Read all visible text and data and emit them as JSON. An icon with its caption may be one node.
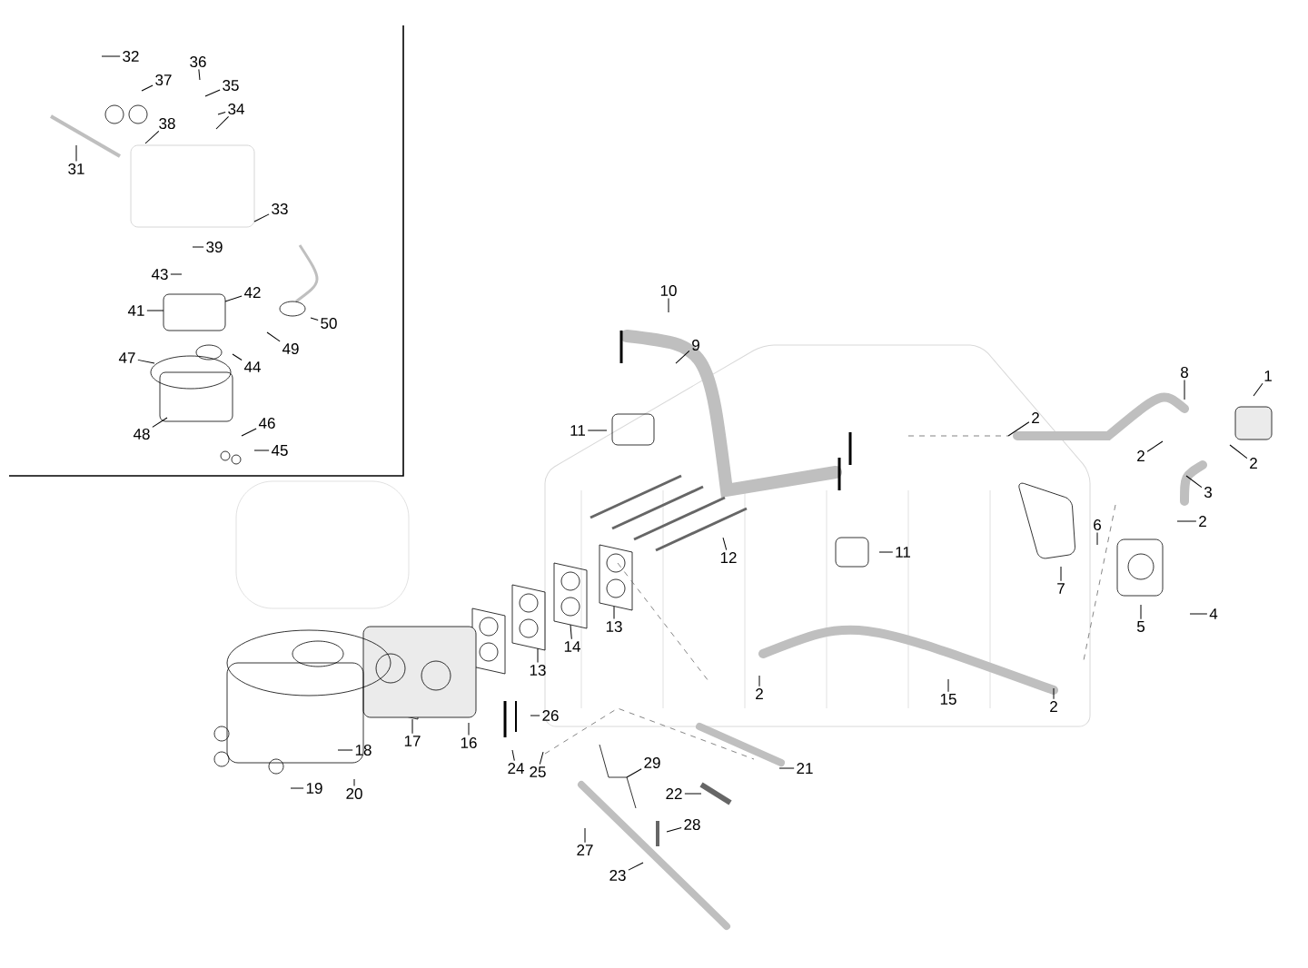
{
  "diagram": {
    "nodes": [
      {
        "text": [
          "32"
        ]
      },
      {
        "text": [
          "37"
        ]
      },
      {
        "text": [
          "38"
        ]
      },
      {
        "text": [
          "31"
        ]
      },
      {
        "text": [
          "36"
        ]
      },
      {
        "text": [
          "35"
        ]
      },
      {
        "text": [
          "34"
        ]
      },
      {
        "text": [
          "33"
        ]
      },
      {
        "text": [
          "39"
        ]
      },
      {
        "text": [
          "43"
        ]
      },
      {
        "text": [
          "42"
        ]
      },
      {
        "text": [
          "41"
        ]
      },
      {
        "text": [
          "50"
        ]
      },
      {
        "text": [
          "49"
        ]
      },
      {
        "text": [
          "47"
        ]
      },
      {
        "text": [
          "44"
        ]
      },
      {
        "text": [
          "48"
        ]
      },
      {
        "text": [
          "46"
        ]
      },
      {
        "text": [
          "45"
        ]
      },
      {
        "text": [
          "10"
        ]
      },
      {
        "text": [
          "9"
        ]
      },
      {
        "text": [
          "11"
        ]
      },
      {
        "text": [
          "8"
        ]
      },
      {
        "text": [
          "1"
        ]
      },
      {
        "text": [
          "2"
        ]
      },
      {
        "text": [
          "2"
        ]
      },
      {
        "text": [
          "2"
        ]
      },
      {
        "text": [
          "3"
        ]
      },
      {
        "text": [
          "2"
        ]
      },
      {
        "text": [
          "6"
        ]
      },
      {
        "text": [
          "11"
        ]
      },
      {
        "text": [
          "12"
        ]
      },
      {
        "text": [
          "7"
        ]
      },
      {
        "text": [
          "4"
        ]
      },
      {
        "text": [
          "5"
        ]
      },
      {
        "text": [
          "13"
        ]
      },
      {
        "text": [
          "14"
        ]
      },
      {
        "text": [
          "13"
        ]
      },
      {
        "text": [
          "2"
        ]
      },
      {
        "text": [
          "15"
        ]
      },
      {
        "text": [
          "2"
        ]
      },
      {
        "text": [
          "26"
        ]
      },
      {
        "text": [
          "17"
        ]
      },
      {
        "text": [
          "16"
        ]
      },
      {
        "text": [
          "18"
        ]
      },
      {
        "text": [
          "29"
        ]
      },
      {
        "text": [
          "21"
        ]
      },
      {
        "text": [
          "24"
        ]
      },
      {
        "text": [
          "25"
        ]
      },
      {
        "text": [
          "19"
        ]
      },
      {
        "text": [
          "20"
        ]
      },
      {
        "text": [
          "22"
        ]
      },
      {
        "text": [
          "28"
        ]
      },
      {
        "text": [
          "27"
        ]
      },
      {
        "text": [
          "23"
        ]
      }
    ],
    "edges": [
      {
        "from": 0,
        "to": null,
        "arrow": "none"
      },
      {
        "from": 1,
        "to": null,
        "arrow": "none"
      },
      {
        "from": 2,
        "to": null,
        "arrow": "none"
      },
      {
        "from": 3,
        "to": null,
        "arrow": "none"
      },
      {
        "from": 4,
        "to": null,
        "arrow": "none"
      },
      {
        "from": 5,
        "to": null,
        "arrow": "none"
      },
      {
        "from": 6,
        "to": null,
        "arrow": "none"
      },
      {
        "from": 6,
        "to": null,
        "arrow": "none"
      },
      {
        "from": 7,
        "to": null,
        "arrow": "none"
      },
      {
        "from": 8,
        "to": null,
        "arrow": "none"
      },
      {
        "from": 9,
        "to": null,
        "arrow": "none"
      },
      {
        "from": 10,
        "to": null,
        "arrow": "none"
      },
      {
        "from": 11,
        "to": null,
        "arrow": "none"
      },
      {
        "from": 12,
        "to": null,
        "arrow": "none"
      },
      {
        "from": 13,
        "to": null,
        "arrow": "none"
      },
      {
        "from": 14,
        "to": null,
        "arrow": "none"
      },
      {
        "from": 15,
        "to": null,
        "arrow": "none"
      },
      {
        "from": 16,
        "to": null,
        "arrow": "none"
      },
      {
        "from": 17,
        "to": null,
        "arrow": "none"
      },
      {
        "from": 18,
        "to": null,
        "arrow": "none"
      },
      {
        "from": 19,
        "to": null,
        "arrow": "none"
      },
      {
        "from": 20,
        "to": null,
        "arrow": "none"
      },
      {
        "from": 21,
        "to": null,
        "arrow": "none"
      },
      {
        "from": 22,
        "to": null,
        "arrow": "none"
      },
      {
        "from": 23,
        "to": null,
        "arrow": "none"
      },
      {
        "from": 24,
        "to": null,
        "arrow": "none"
      },
      {
        "from": 25,
        "to": null,
        "arrow": "none"
      },
      {
        "from": 26,
        "to": null,
        "arrow": "none"
      },
      {
        "from": 27,
        "to": null,
        "arrow": "none"
      },
      {
        "from": 28,
        "to": null,
        "arrow": "none"
      },
      {
        "from": 29,
        "to": null,
        "arrow": "none"
      },
      {
        "from": 30,
        "to": null,
        "arrow": "none"
      },
      {
        "from": 31,
        "to": null,
        "arrow": "none"
      },
      {
        "from": 32,
        "to": null,
        "arrow": "none"
      },
      {
        "from": 33,
        "to": null,
        "arrow": "none"
      },
      {
        "from": 34,
        "to": null,
        "arrow": "none"
      },
      {
        "from": 35,
        "to": null,
        "arrow": "none"
      },
      {
        "from": 36,
        "to": null,
        "arrow": "none"
      },
      {
        "from": 37,
        "to": null,
        "arrow": "none"
      },
      {
        "from": 38,
        "to": null,
        "arrow": "none"
      },
      {
        "from": 39,
        "to": null,
        "arrow": "none"
      },
      {
        "from": 40,
        "to": null,
        "arrow": "none"
      },
      {
        "from": 41,
        "to": null,
        "arrow": "none"
      },
      {
        "from": 42,
        "to": null,
        "arrow": "none"
      },
      {
        "from": 43,
        "to": null,
        "arrow": "none"
      },
      {
        "from": 44,
        "to": null,
        "arrow": "none"
      },
      {
        "from": 45,
        "to": null,
        "arrow": "none"
      },
      {
        "from": 46,
        "to": null,
        "arrow": "none"
      },
      {
        "from": 47,
        "to": null,
        "arrow": "none"
      },
      {
        "from": 48,
        "to": null,
        "arrow": "none"
      },
      {
        "from": 49,
        "to": null,
        "arrow": "none"
      },
      {
        "from": 50,
        "to": null,
        "arrow": "none"
      },
      {
        "from": 51,
        "to": null,
        "arrow": "none"
      },
      {
        "from": 52,
        "to": null,
        "arrow": "none"
      },
      {
        "from": 53,
        "to": null,
        "arrow": "none"
      },
      {
        "from": 54,
        "to": null,
        "arrow": "none"
      }
    ]
  }
}
